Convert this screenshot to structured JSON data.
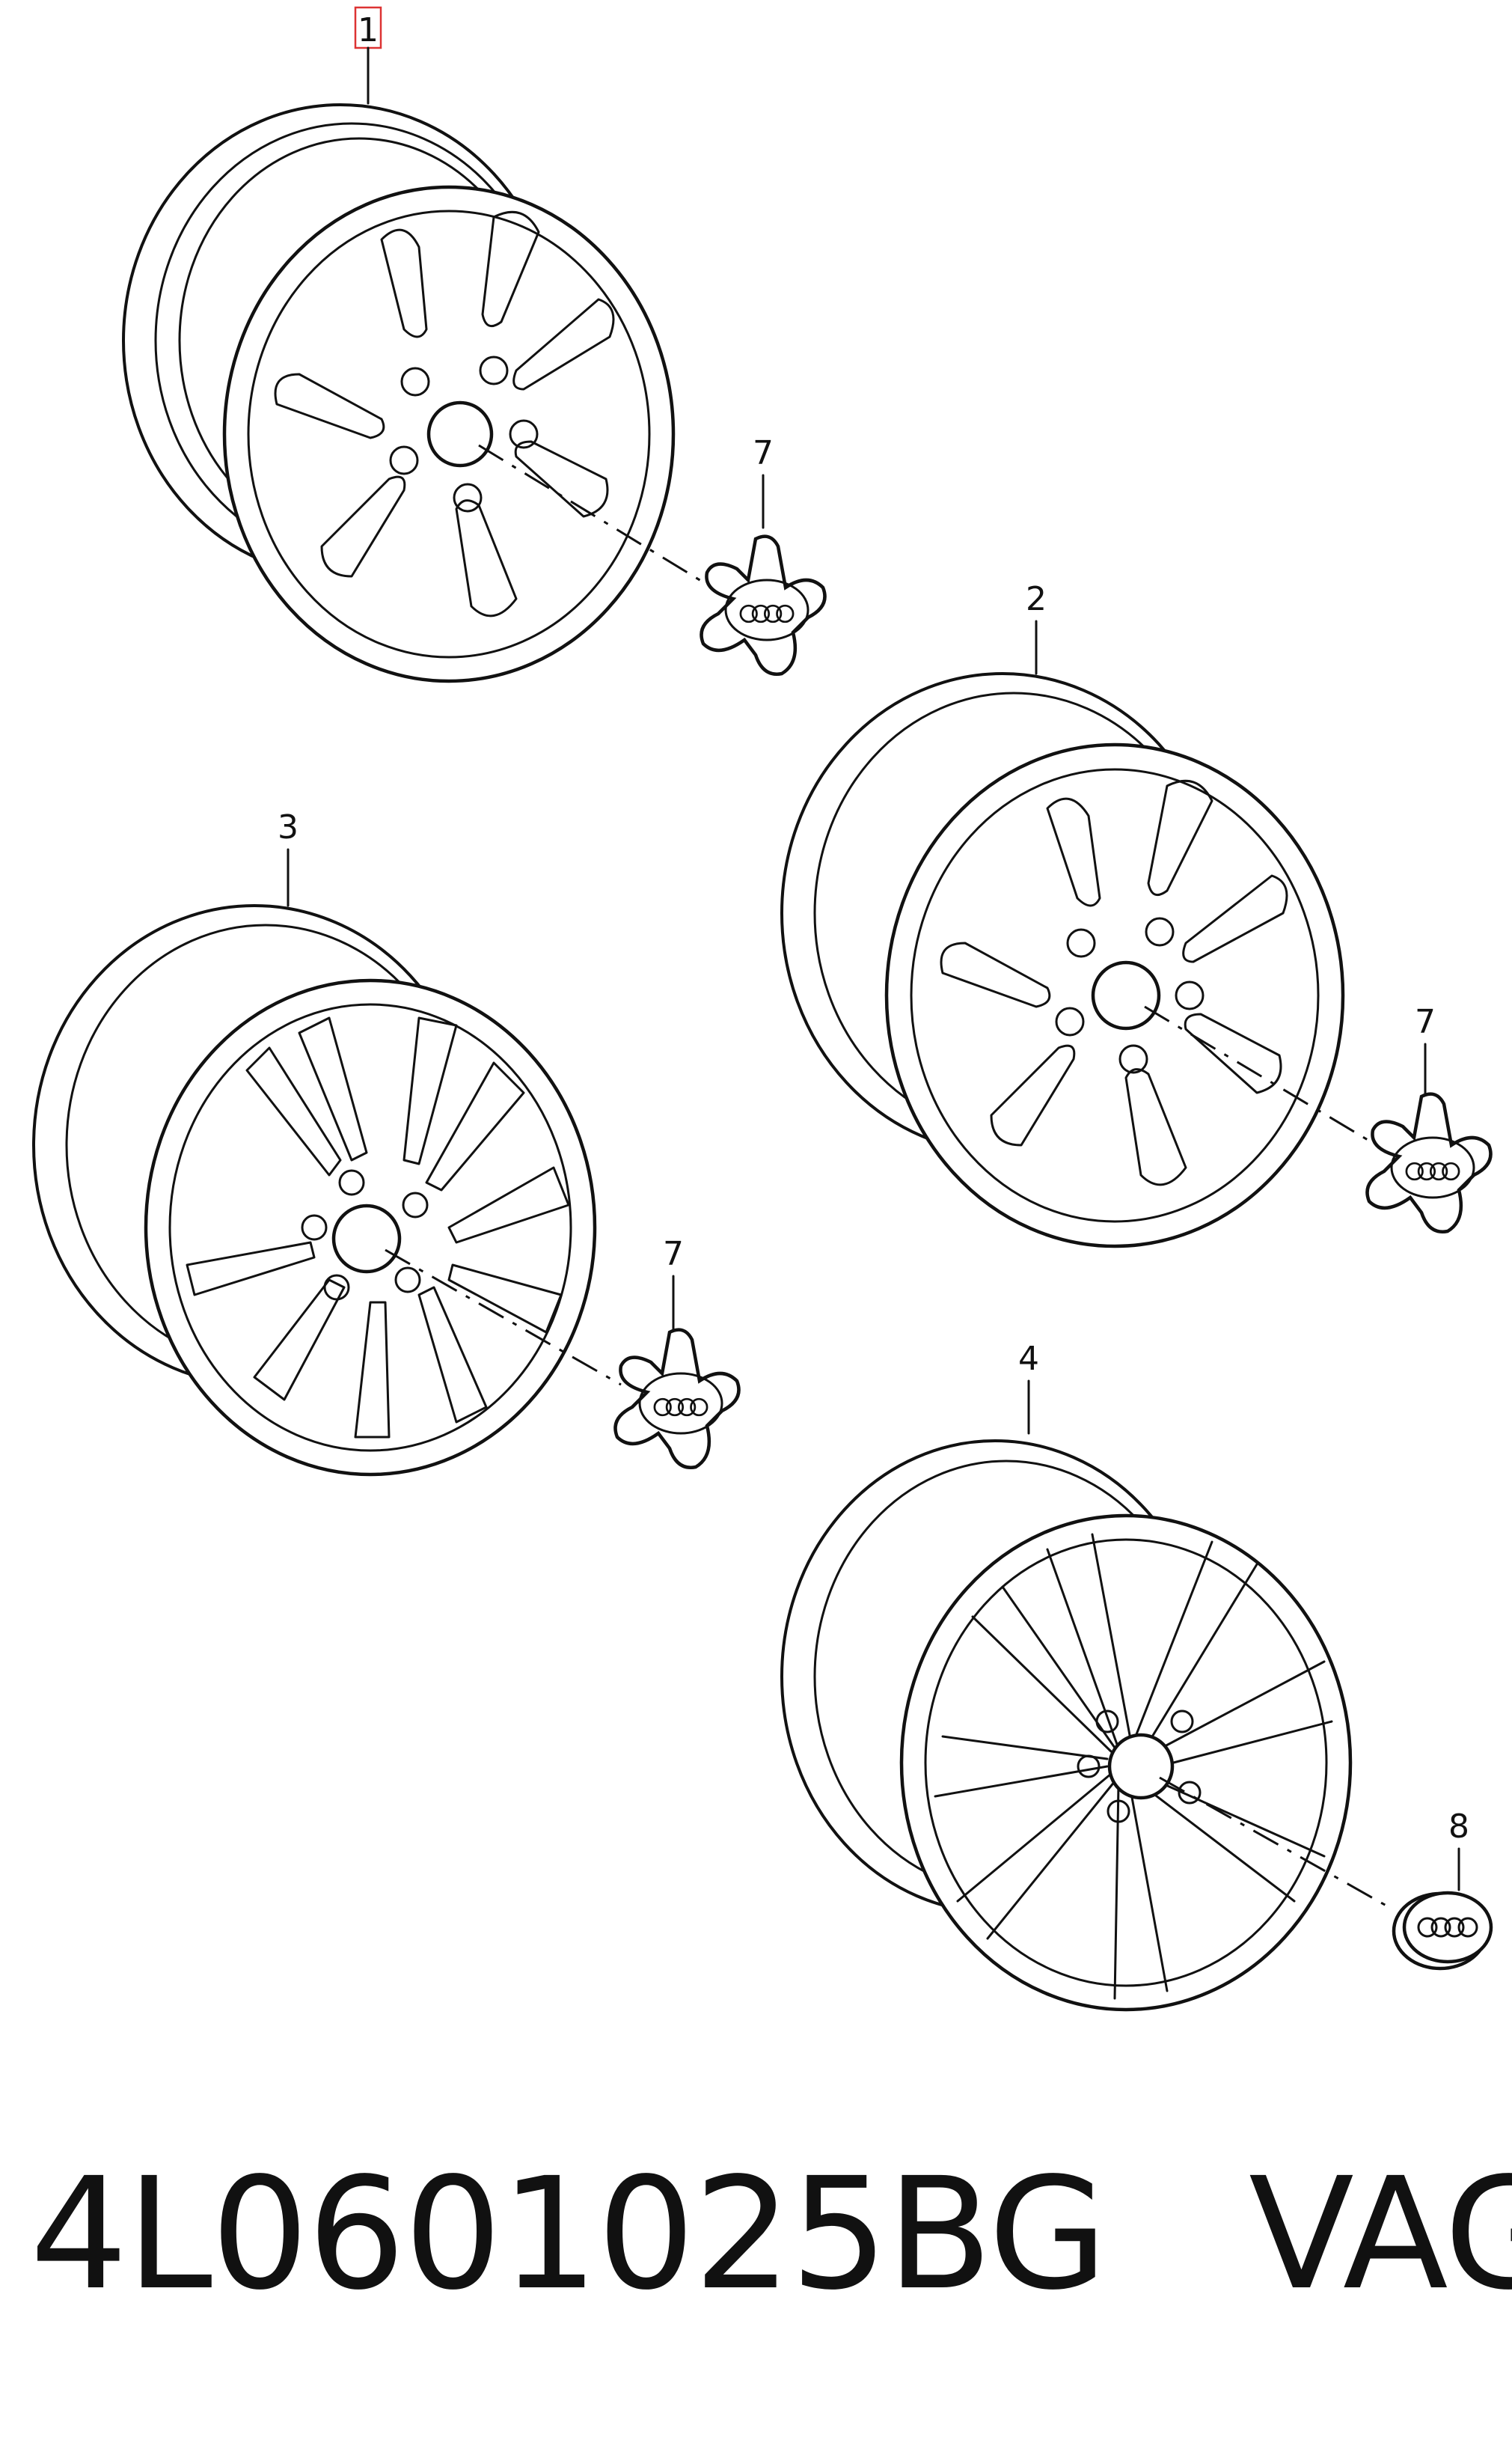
{
  "callouts": {
    "c1": "1",
    "c2": "2",
    "c3": "3",
    "c4": "4",
    "c7a": "7",
    "c7b": "7",
    "c7c": "7",
    "c8": "8"
  },
  "footer": {
    "part_number": "4L0601025BG",
    "brand": "VAG"
  },
  "icons": {
    "rim": "alloy-wheel-icon",
    "cap": "center-cap-icon",
    "emblem": "four-rings-emblem"
  },
  "colors": {
    "line": "#111111",
    "highlight_box": "#dd3333"
  }
}
